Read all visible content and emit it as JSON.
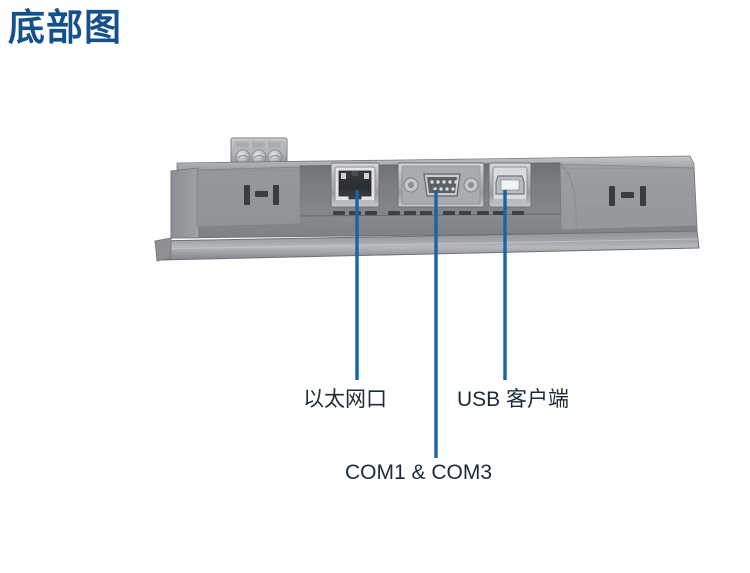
{
  "page": {
    "title": "底部图",
    "title_color": "#145089",
    "background_color": "#ffffff"
  },
  "diagram": {
    "name": "hmi-panel-bottom-view",
    "body_color": "#8b8d92",
    "accent_color": "#1565a8",
    "leader_line_color": "#1565a8",
    "ports": [
      {
        "id": "power-terminal",
        "type": "3-pin-screw-terminal",
        "pins": 3
      },
      {
        "id": "ethernet-port",
        "type": "rj45"
      },
      {
        "id": "serial-port",
        "type": "db9-male"
      },
      {
        "id": "usb-client-port",
        "type": "usb-type-b"
      }
    ],
    "mounting_slots": 2
  },
  "callouts": [
    {
      "id": "ethernet",
      "label": "以太网口",
      "target": "ethernet-port"
    },
    {
      "id": "usb",
      "label": "USB 客户端",
      "target": "usb-client-port"
    },
    {
      "id": "com",
      "label": "COM1 & COM3",
      "target": "serial-port"
    }
  ]
}
